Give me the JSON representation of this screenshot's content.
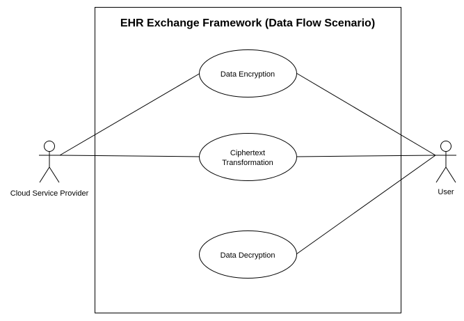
{
  "diagram": {
    "title": "EHR Exchange Framework (Data Flow Scenario)",
    "actors": {
      "left": {
        "label": "Cloud Service Provider",
        "icon": "stick-figure-icon"
      },
      "right": {
        "label": "User",
        "icon": "stick-figure-icon"
      }
    },
    "use_cases": [
      {
        "id": "encryption",
        "lines": [
          "Data Encryption"
        ]
      },
      {
        "id": "transformation",
        "lines": [
          "Ciphertext",
          "Transformation"
        ]
      },
      {
        "id": "decryption",
        "lines": [
          "Data Decryption"
        ]
      }
    ],
    "associations": [
      {
        "from": "Cloud Service Provider",
        "to": "Data Encryption"
      },
      {
        "from": "Cloud Service Provider",
        "to": "Ciphertext Transformation"
      },
      {
        "from": "User",
        "to": "Data Encryption"
      },
      {
        "from": "User",
        "to": "Ciphertext Transformation"
      },
      {
        "from": "User",
        "to": "Data Decryption"
      }
    ],
    "colors": {
      "stroke": "#000000",
      "fill": "#ffffff",
      "text": "#000000"
    }
  }
}
